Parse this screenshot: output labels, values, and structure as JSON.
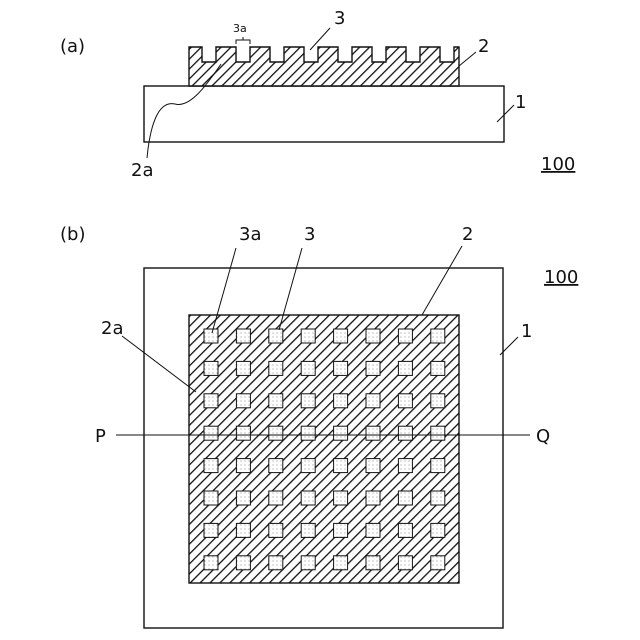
{
  "figure_a": {
    "label": "(a)",
    "ref_number": "100",
    "callouts": {
      "substrate": "1",
      "layer": "2",
      "pattern": "3",
      "recess": "3a",
      "boundary": "2a"
    }
  },
  "figure_b": {
    "label": "(b)",
    "ref_number": "100",
    "callouts": {
      "substrate": "1",
      "layer": "2",
      "pattern": "3",
      "recess": "3a",
      "boundary": "2a"
    },
    "section_line": {
      "start": "P",
      "end": "Q"
    },
    "grid": {
      "rows": 8,
      "cols": 8
    }
  },
  "colors": {
    "line": "#111111",
    "fill": "#ffffff"
  }
}
